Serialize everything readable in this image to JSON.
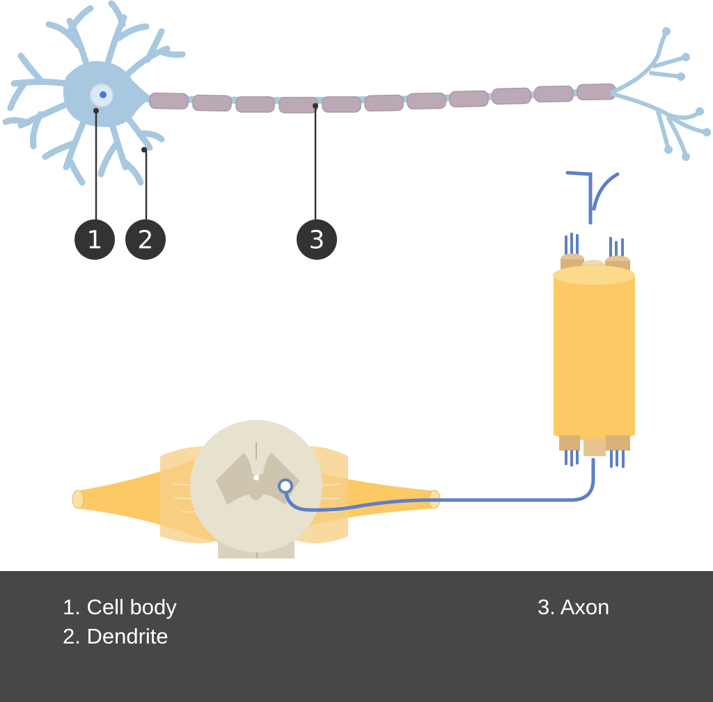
{
  "markers": [
    {
      "number": "1",
      "label": "Cell body"
    },
    {
      "number": "2",
      "label": "Dendrite"
    },
    {
      "number": "3",
      "label": "Axon"
    }
  ],
  "legend": {
    "items": [
      "1. Cell body",
      "2. Dendrite",
      "3. Axon"
    ]
  },
  "colors": {
    "neuron": "#a8c8e0",
    "myelin": "#bba9b6",
    "nerve_bundle": "#fdc965",
    "axon_path": "#5d7fc7",
    "marker": "#333333",
    "legend_bg": "#474747"
  }
}
